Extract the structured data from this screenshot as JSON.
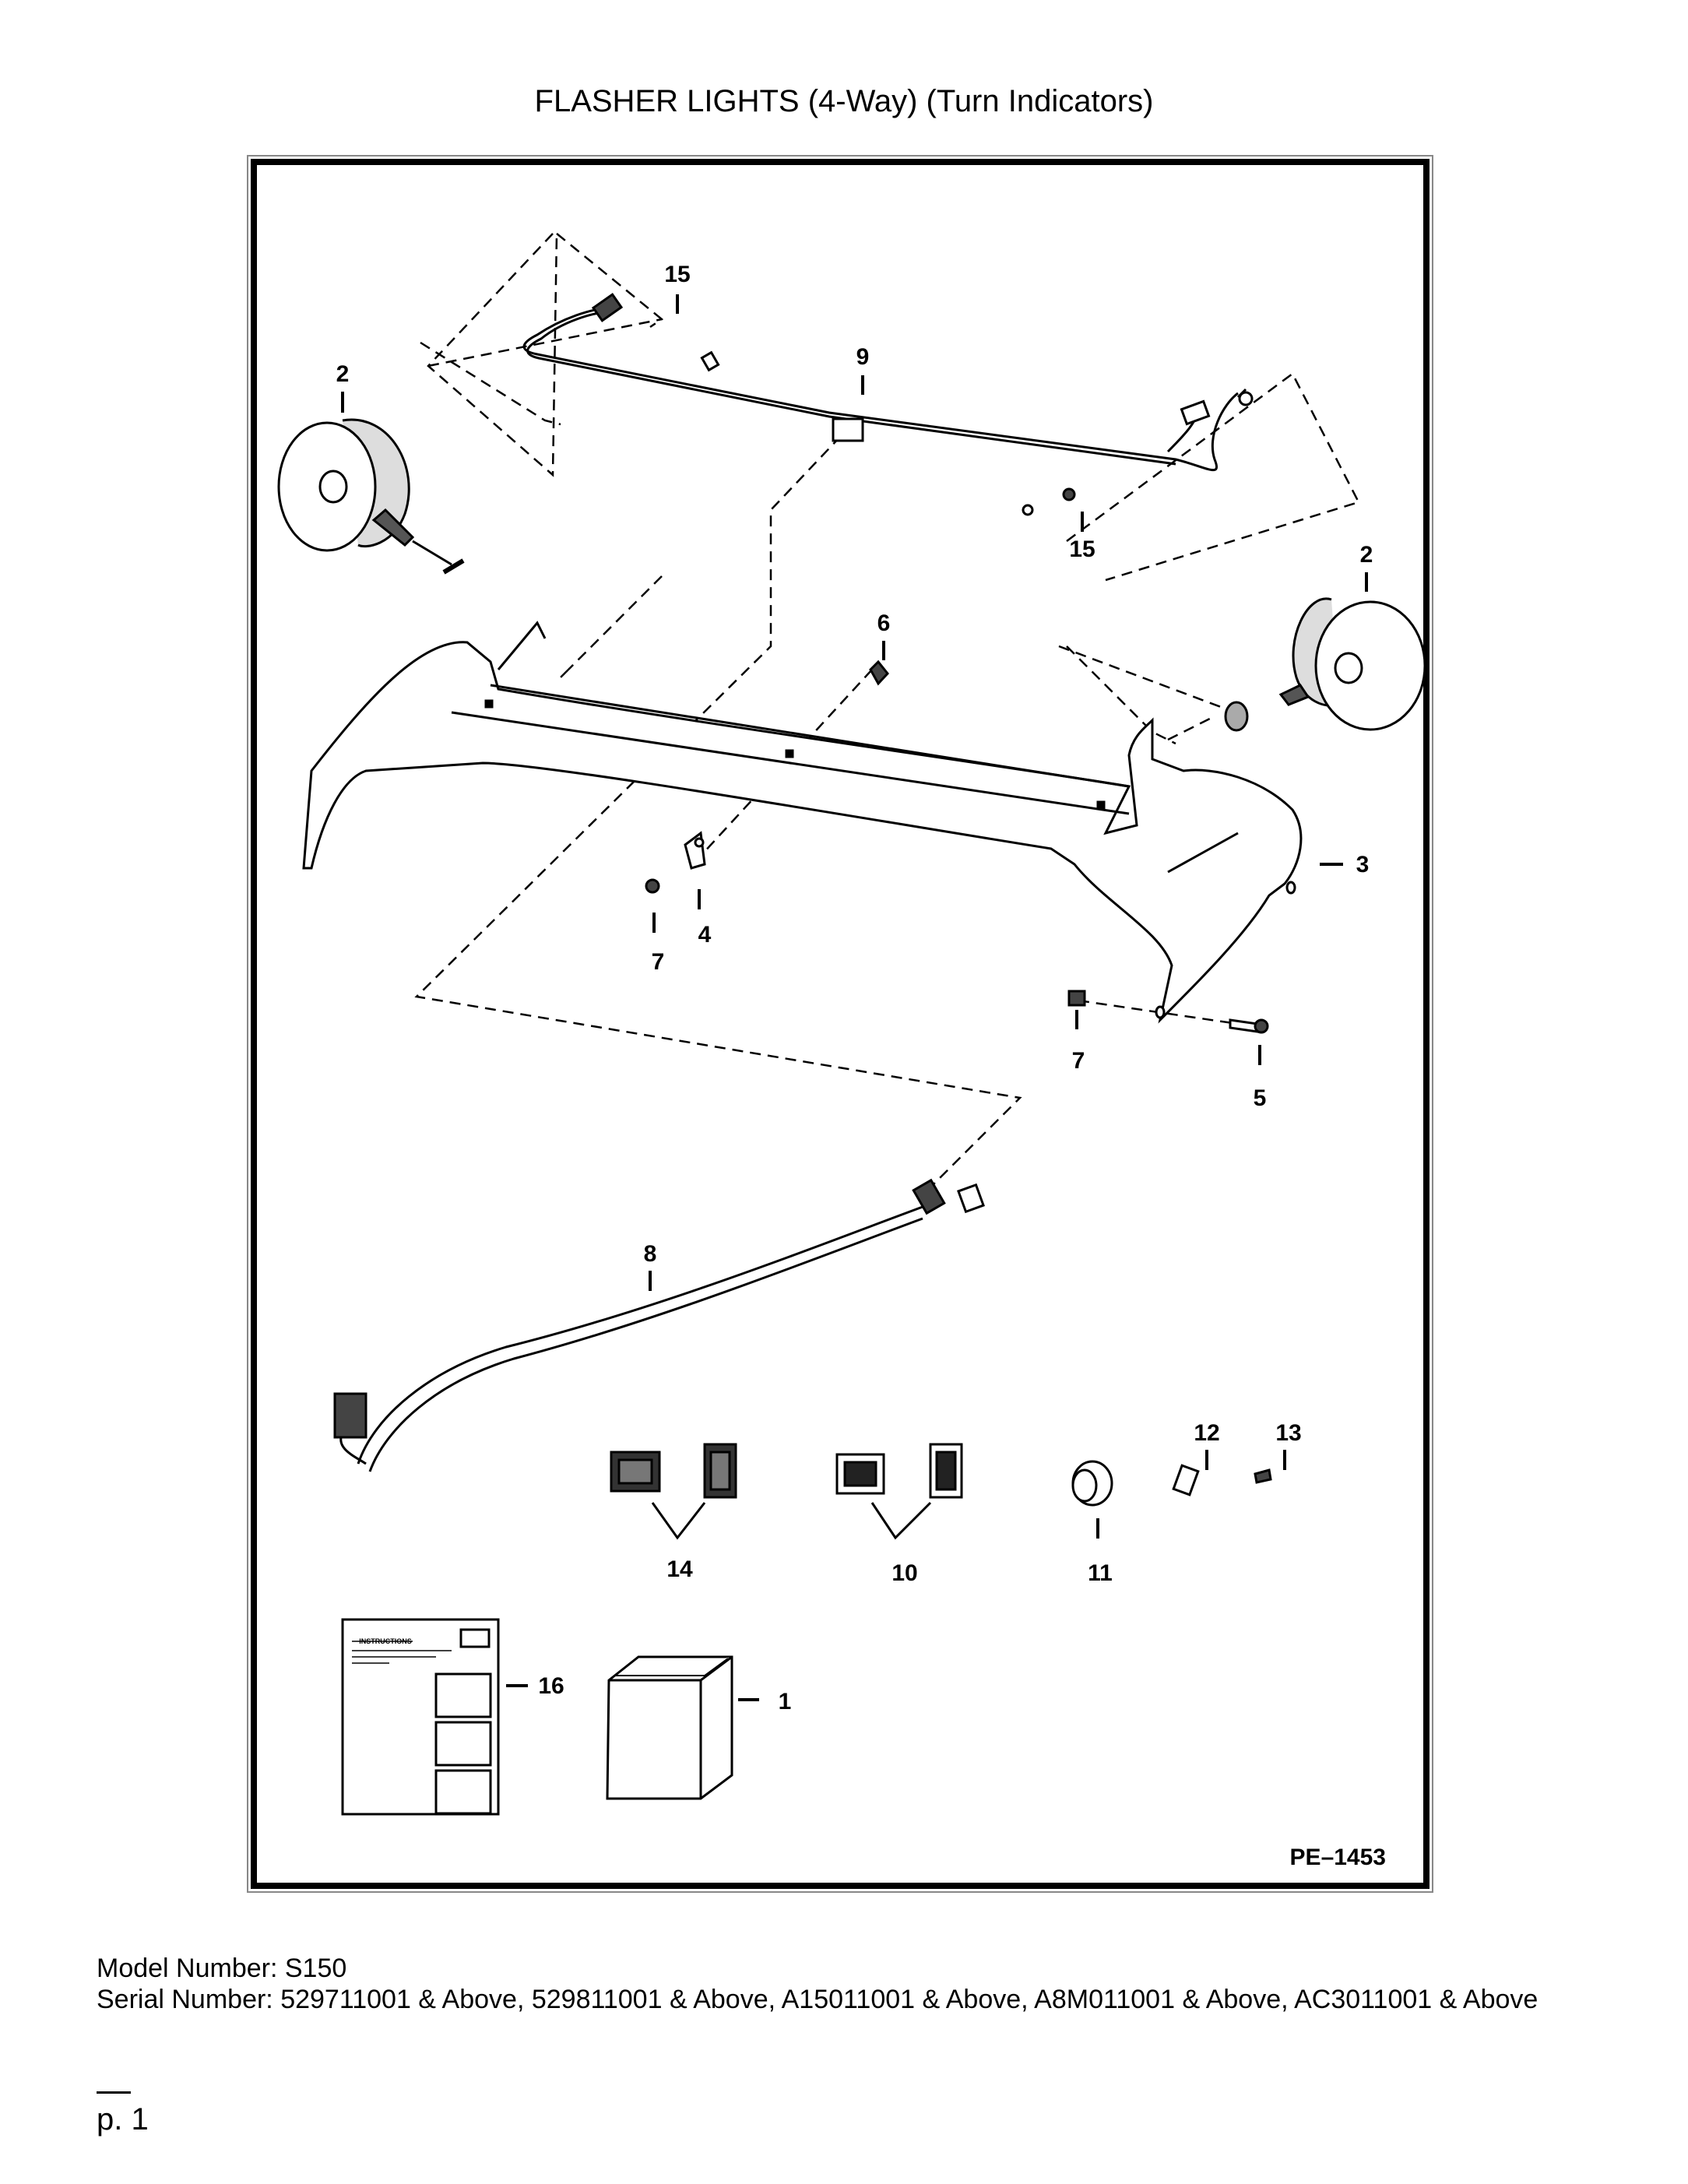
{
  "title": "FLASHER LIGHTS (4-Way) (Turn Indicators)",
  "diagram": {
    "callouts": {
      "c15a": "15",
      "c9": "9",
      "c2a": "2",
      "c15b": "15",
      "c2b": "2",
      "c6": "6",
      "c3": "3",
      "c4": "4",
      "c7a": "7",
      "c7b": "7",
      "c5": "5",
      "c8": "8",
      "c12": "12",
      "c13": "13",
      "c14": "14",
      "c10": "10",
      "c11": "11",
      "c16": "16",
      "c1": "1"
    },
    "instructions_sheet_heading": "INSTRUCTIONS",
    "figure_id": "PE–1453"
  },
  "model": {
    "label": "Model Number: S150"
  },
  "serial": {
    "label": "Serial Number: 529711001 & Above, 529811001 & Above, A15011001 & Above, A8M011001 & Above, AC3011001 & Above"
  },
  "page": "p. 1"
}
